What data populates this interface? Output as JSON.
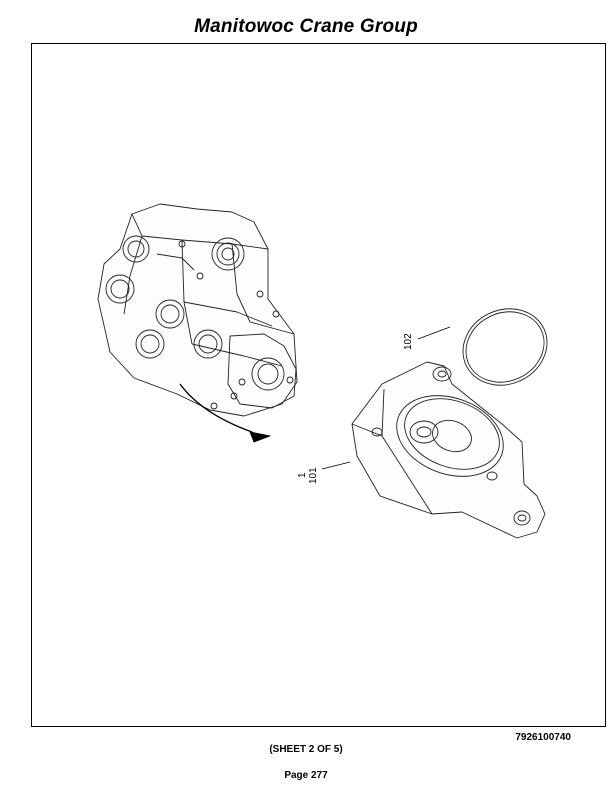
{
  "header": {
    "title": "Manitowoc Crane Group"
  },
  "drawing": {
    "callouts": {
      "seal": "102",
      "cover_index": "1",
      "cover_part": "101"
    }
  },
  "footer": {
    "part_number": "7926100740",
    "sheet": "(SHEET 2 OF 5)",
    "page": "Page 277"
  }
}
